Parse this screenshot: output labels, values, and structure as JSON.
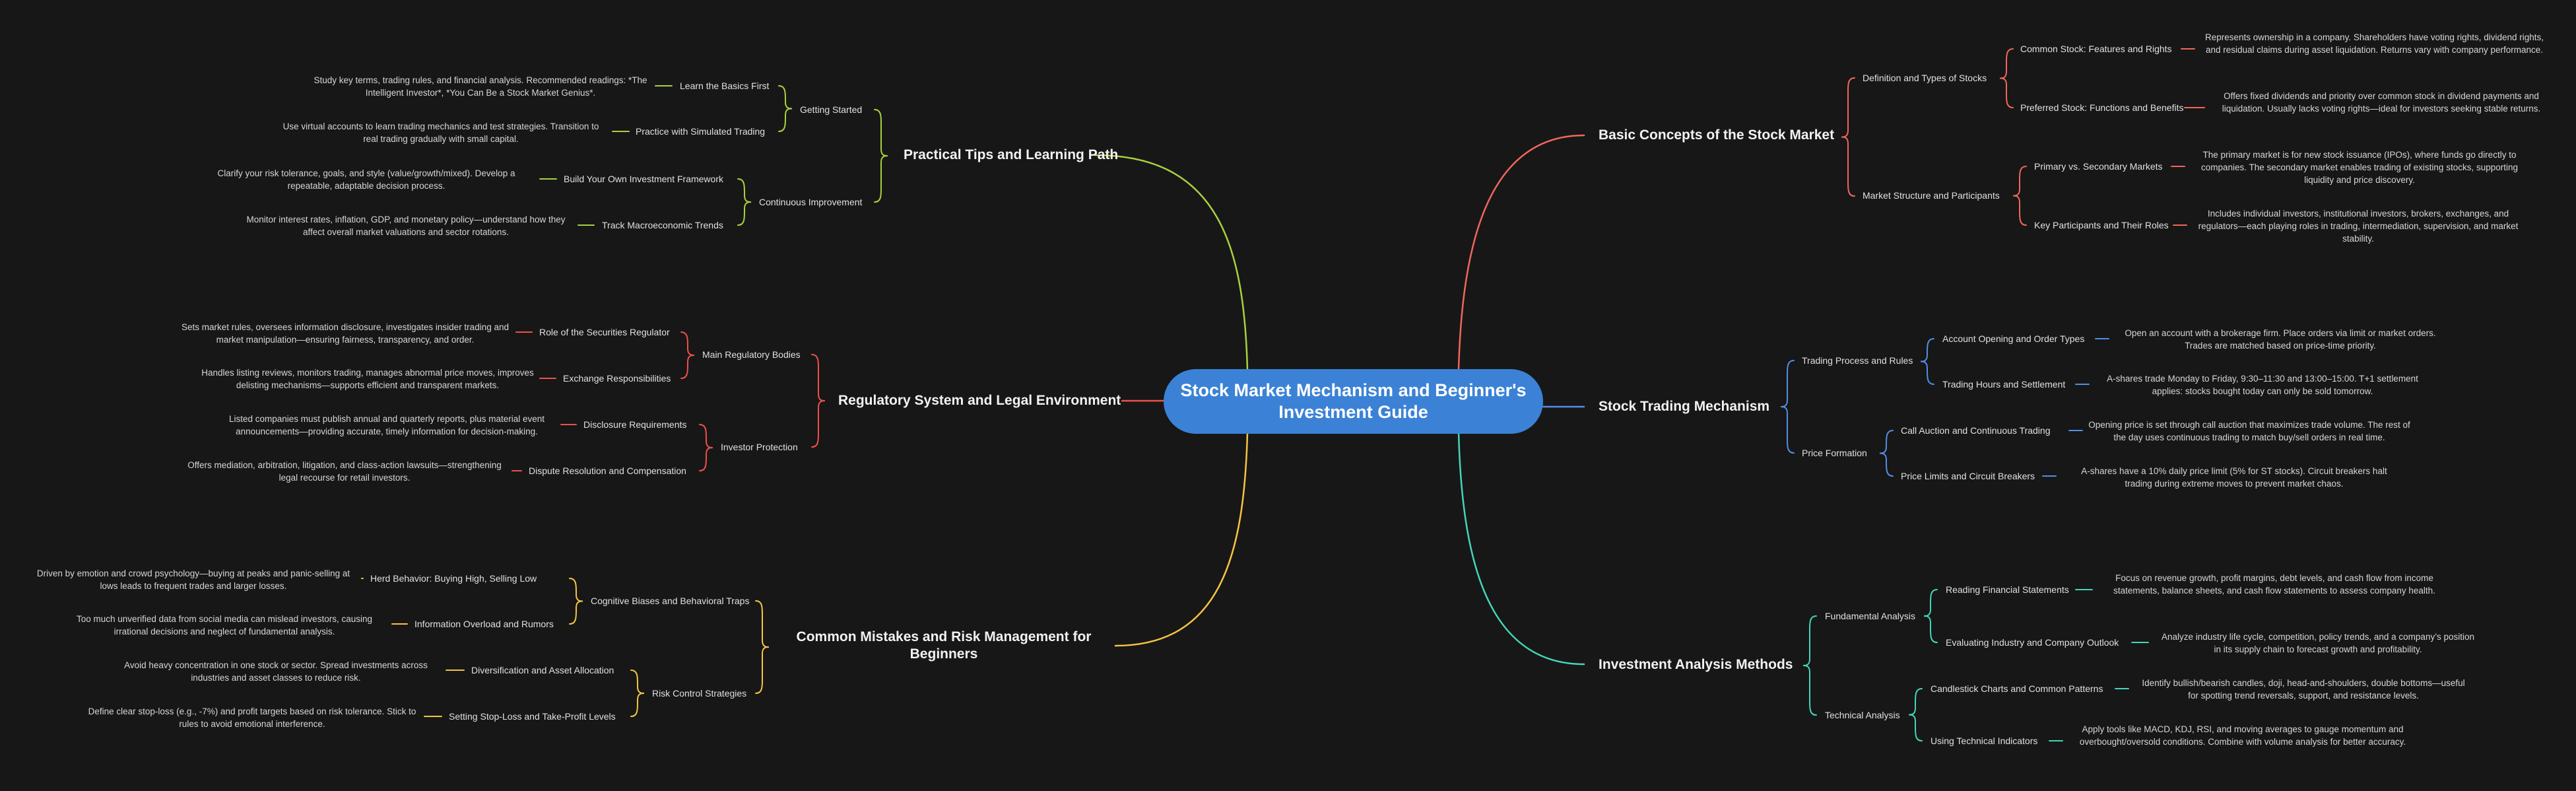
{
  "root": {
    "title": "Stock Market Mechanism and Beginner's Investment Guide"
  },
  "colors": {
    "background": "#171717",
    "root": "#3b82d6",
    "basic": "#f0675a",
    "trading": "#4f8fe8",
    "analysis": "#43d6b8",
    "practical": "#a9d13f",
    "regulatory": "#f0504a",
    "mistakes": "#f5c542"
  },
  "branches": [
    {
      "key": "basic",
      "label": "Basic Concepts of the Stock Market",
      "children": [
        {
          "label": "Definition and Types of Stocks",
          "children": [
            {
              "label": "Common Stock: Features and Rights",
              "detail": "Represents ownership in a company. Shareholders have voting rights, dividend rights, and residual claims during asset liquidation. Returns vary with company performance."
            },
            {
              "label": "Preferred Stock: Functions and Benefits",
              "detail": "Offers fixed dividends and priority over common stock in dividend payments and liquidation. Usually lacks voting rights—ideal for investors seeking stable returns."
            }
          ]
        },
        {
          "label": "Market Structure and Participants",
          "children": [
            {
              "label": "Primary vs. Secondary Markets",
              "detail": "The primary market is for new stock issuance (IPOs), where funds go directly to companies. The secondary market enables trading of existing stocks, supporting liquidity and price discovery."
            },
            {
              "label": "Key Participants and Their Roles",
              "detail": "Includes individual investors, institutional investors, brokers, exchanges, and regulators—each playing roles in trading, intermediation, supervision, and market stability."
            }
          ]
        }
      ]
    },
    {
      "key": "trading",
      "label": "Stock Trading Mechanism",
      "children": [
        {
          "label": "Trading Process and Rules",
          "children": [
            {
              "label": "Account Opening and Order Types",
              "detail": "Open an account with a brokerage firm. Place orders via limit or market orders. Trades are matched based on price-time priority."
            },
            {
              "label": "Trading Hours and Settlement",
              "detail": "A-shares trade Monday to Friday, 9:30–11:30 and 13:00–15:00. T+1 settlement applies: stocks bought today can only be sold tomorrow."
            }
          ]
        },
        {
          "label": "Price Formation",
          "children": [
            {
              "label": "Call Auction and Continuous Trading",
              "detail": "Opening price is set through call auction that maximizes trade volume. The rest of the day uses continuous trading to match buy/sell orders in real time."
            },
            {
              "label": "Price Limits and Circuit Breakers",
              "detail": "A-shares have a 10% daily price limit (5% for ST stocks). Circuit breakers halt trading during extreme moves to prevent market chaos."
            }
          ]
        }
      ]
    },
    {
      "key": "analysis",
      "label": "Investment Analysis Methods",
      "children": [
        {
          "label": "Fundamental Analysis",
          "children": [
            {
              "label": "Reading Financial Statements",
              "detail": "Focus on revenue growth, profit margins, debt levels, and cash flow from income statements, balance sheets, and cash flow statements to assess company health."
            },
            {
              "label": "Evaluating Industry and Company Outlook",
              "detail": "Analyze industry life cycle, competition, policy trends, and a company’s position in its supply chain to forecast growth and profitability."
            }
          ]
        },
        {
          "label": "Technical Analysis",
          "children": [
            {
              "label": "Candlestick Charts and Common Patterns",
              "detail": "Identify bullish/bearish candles, doji, head-and-shoulders, double bottoms—useful for spotting trend reversals, support, and resistance levels."
            },
            {
              "label": "Using Technical Indicators",
              "detail": "Apply tools like MACD, KDJ, RSI, and moving averages to gauge momentum and overbought/oversold conditions. Combine with volume analysis for better accuracy."
            }
          ]
        }
      ]
    },
    {
      "key": "practical",
      "label": "Practical Tips and Learning Path",
      "children": [
        {
          "label": "Getting Started",
          "children": [
            {
              "label": "Learn the Basics First",
              "detail": "Study key terms, trading rules, and financial analysis. Recommended readings: *The Intelligent Investor*, *You Can Be a Stock Market Genius*."
            },
            {
              "label": "Practice with Simulated Trading",
              "detail": "Use virtual accounts to learn trading mechanics and test strategies. Transition to real trading gradually with small capital."
            }
          ]
        },
        {
          "label": "Continuous Improvement",
          "children": [
            {
              "label": "Build Your Own Investment Framework",
              "detail": "Clarify your risk tolerance, goals, and style (value/growth/mixed). Develop a repeatable, adaptable decision process."
            },
            {
              "label": "Track Macroeconomic Trends",
              "detail": "Monitor interest rates, inflation, GDP, and monetary policy—understand how they affect overall market valuations and sector rotations."
            }
          ]
        }
      ]
    },
    {
      "key": "regulatory",
      "label": "Regulatory System and Legal Environment",
      "children": [
        {
          "label": "Main Regulatory Bodies",
          "children": [
            {
              "label": "Role of the Securities Regulator",
              "detail": "Sets market rules, oversees information disclosure, investigates insider trading and market manipulation—ensuring fairness, transparency, and order."
            },
            {
              "label": "Exchange Responsibilities",
              "detail": "Handles listing reviews, monitors trading, manages abnormal price moves, improves delisting mechanisms—supports efficient and transparent markets."
            }
          ]
        },
        {
          "label": "Investor Protection",
          "children": [
            {
              "label": "Disclosure Requirements",
              "detail": "Listed companies must publish annual and quarterly reports, plus material event announcements—providing accurate, timely information for decision-making."
            },
            {
              "label": "Dispute Resolution and Compensation",
              "detail": "Offers mediation, arbitration, litigation, and class-action lawsuits—strengthening legal recourse for retail investors."
            }
          ]
        }
      ]
    },
    {
      "key": "mistakes",
      "label": "Common Mistakes and Risk Management for Beginners",
      "children": [
        {
          "label": "Cognitive Biases and Behavioral Traps",
          "children": [
            {
              "label": "Herd Behavior: Buying High, Selling Low",
              "detail": "Driven by emotion and crowd psychology—buying at peaks and panic-selling at lows leads to frequent trades and larger losses."
            },
            {
              "label": "Information Overload and Rumors",
              "detail": "Too much unverified data from social media can mislead investors, causing irrational decisions and neglect of fundamental analysis."
            }
          ]
        },
        {
          "label": "Risk Control Strategies",
          "children": [
            {
              "label": "Diversification and Asset Allocation",
              "detail": "Avoid heavy concentration in one stock or sector. Spread investments across industries and asset classes to reduce risk."
            },
            {
              "label": "Setting Stop-Loss and Take-Profit Levels",
              "detail": "Define clear stop-loss (e.g., -7%) and profit targets based on risk tolerance. Stick to rules to avoid emotional interference."
            }
          ]
        }
      ]
    }
  ]
}
